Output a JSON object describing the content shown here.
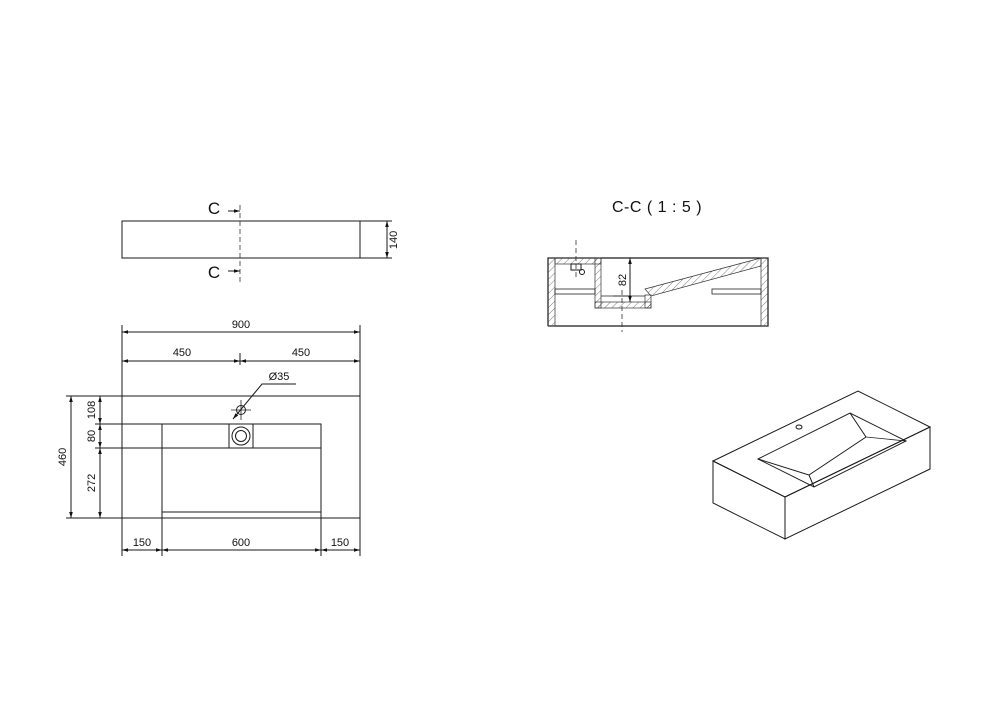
{
  "views": {
    "section_title": "C-C ( 1 : 5 )",
    "cut_label_top": "C",
    "cut_label_bottom": "C"
  },
  "dimensions": {
    "front_height": "140",
    "total_width": "900",
    "half_left": "450",
    "half_right": "450",
    "hole_diameter": "Ø35",
    "total_depth": "460",
    "depth_back": "108",
    "depth_mid": "80",
    "depth_front": "272",
    "margin_left": "150",
    "basin_width": "600",
    "margin_right": "150",
    "section_depth": "82"
  }
}
